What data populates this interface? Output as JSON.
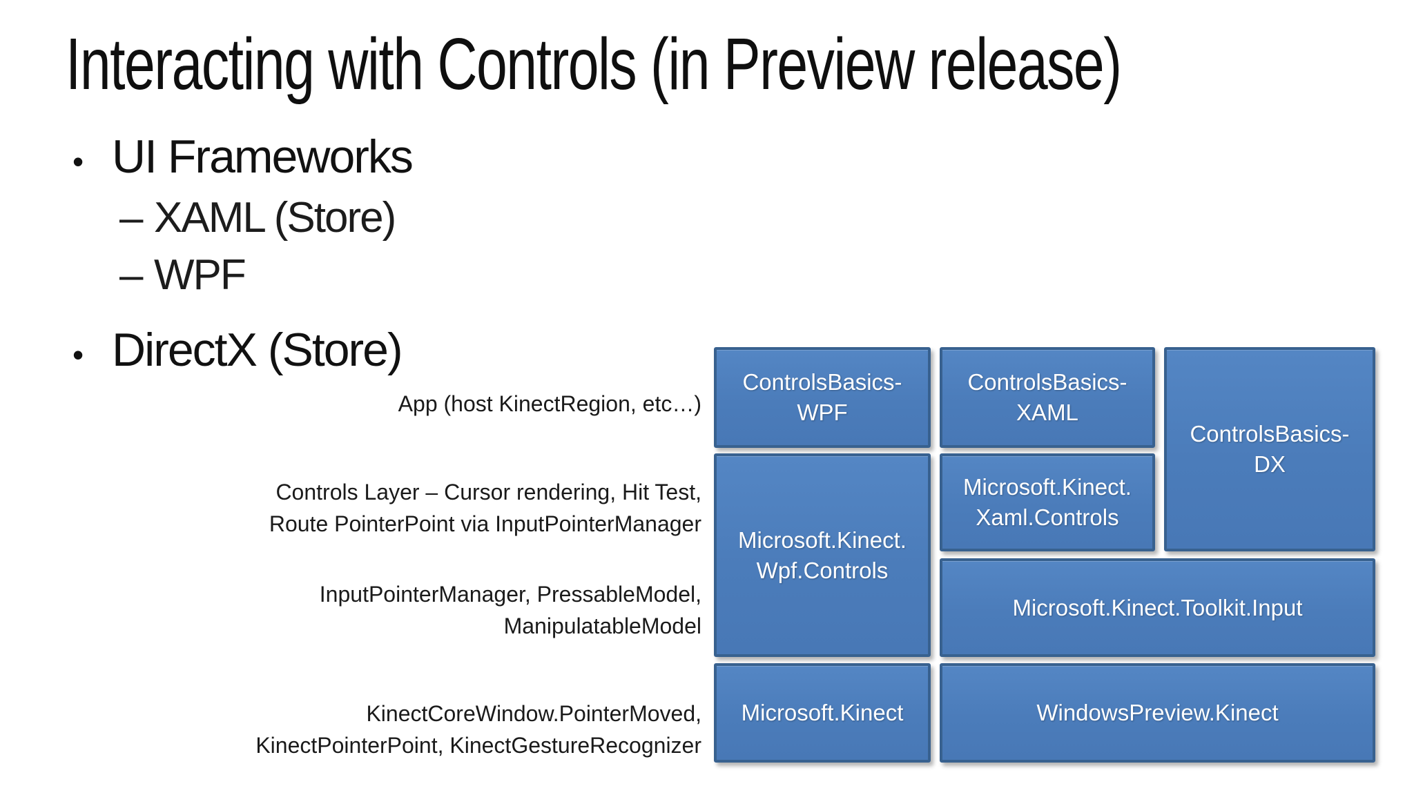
{
  "slide": {
    "title": "Interacting with Controls (in Preview release)",
    "bullets": [
      {
        "marker": "•",
        "text": "UI Frameworks"
      },
      {
        "marker": "–",
        "text": "XAML (Store)"
      },
      {
        "marker": "–",
        "text": "WPF"
      },
      {
        "marker": "•",
        "text": "DirectX (Store)"
      }
    ]
  },
  "diagram": {
    "row_labels": [
      {
        "text": "App (host KinectRegion, etc…)"
      },
      {
        "text": "Controls Layer – Cursor rendering, Hit Test,\nRoute PointerPoint via InputPointerManager"
      },
      {
        "text": "InputPointerManager, PressableModel,\nManipulatableModel"
      },
      {
        "text": "KinectCoreWindow.PointerMoved,\nKinectPointerPoint, KinectGestureRecognizer"
      }
    ],
    "boxes": [
      {
        "label": "ControlsBasics-\nWPF"
      },
      {
        "label": "ControlsBasics-\nXAML"
      },
      {
        "label": "ControlsBasics-\nDX"
      },
      {
        "label": "Microsoft.Kinect.\nWpf.Controls"
      },
      {
        "label": "Microsoft.Kinect.\nXaml.Controls"
      },
      {
        "label": "Microsoft.Kinect.Toolkit.Input"
      },
      {
        "label": "Microsoft.Kinect"
      },
      {
        "label": "WindowsPreview.Kinect"
      }
    ],
    "colors": {
      "box_fill": "#4E7FBE",
      "box_border": "#38618F",
      "box_text": "#FFFFFF",
      "slide_background": "#FFFFFF",
      "body_text": "#141414"
    }
  }
}
